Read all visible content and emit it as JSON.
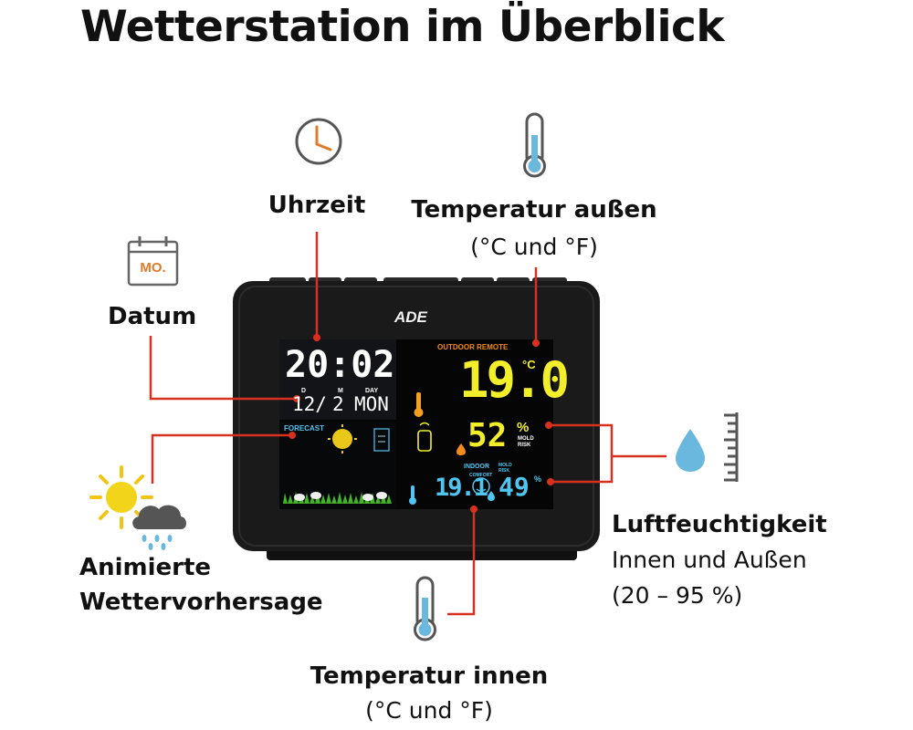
{
  "title": "Wetterstation im Überblick",
  "labels": {
    "time": "Uhrzeit",
    "date": "Datum",
    "date_icon_text": "MO.",
    "temp_outdoor": "Temperatur außen",
    "temp_outdoor_unit": "(°C und °F)",
    "forecast": "Animierte",
    "forecast_line2": "Wettervorhersage",
    "humidity": "Luftfeuchtigkeit",
    "humidity_line2": "Innen und Außen",
    "humidity_line3": "(20 – 95 %)",
    "temp_indoor": "Temperatur innen",
    "temp_indoor_unit": "(°C und °F)"
  },
  "device": {
    "brand": "ADE",
    "time": "20:02",
    "date_day_label": "D",
    "date_month_label": "M",
    "date_weekday_label": "DAY",
    "date_day": "12/",
    "date_month": "2",
    "date_weekday": "MON",
    "forecast_label": "FORECAST",
    "outdoor_label": "OUTDOOR REMOTE",
    "outdoor_temp": "19.0",
    "outdoor_temp_unit": "°C",
    "outdoor_humidity": "52",
    "humidity_unit": "%",
    "mold_label": "MOLD",
    "risk_label": "RISK",
    "indoor_label": "INDOOR",
    "comfort_label": "COMFORT",
    "indoor_temp": "19.1",
    "indoor_humidity": "49",
    "indoor_mold_label": "MOLD",
    "indoor_risk_label": "RISK"
  },
  "colors": {
    "callout_line": "#d7301f",
    "lcd_white": "#ffffff",
    "lcd_yellow": "#f2ef2a",
    "lcd_cyan": "#4fc6f2",
    "lcd_orange": "#f28a1c",
    "device_body": "#1a1a1a"
  }
}
